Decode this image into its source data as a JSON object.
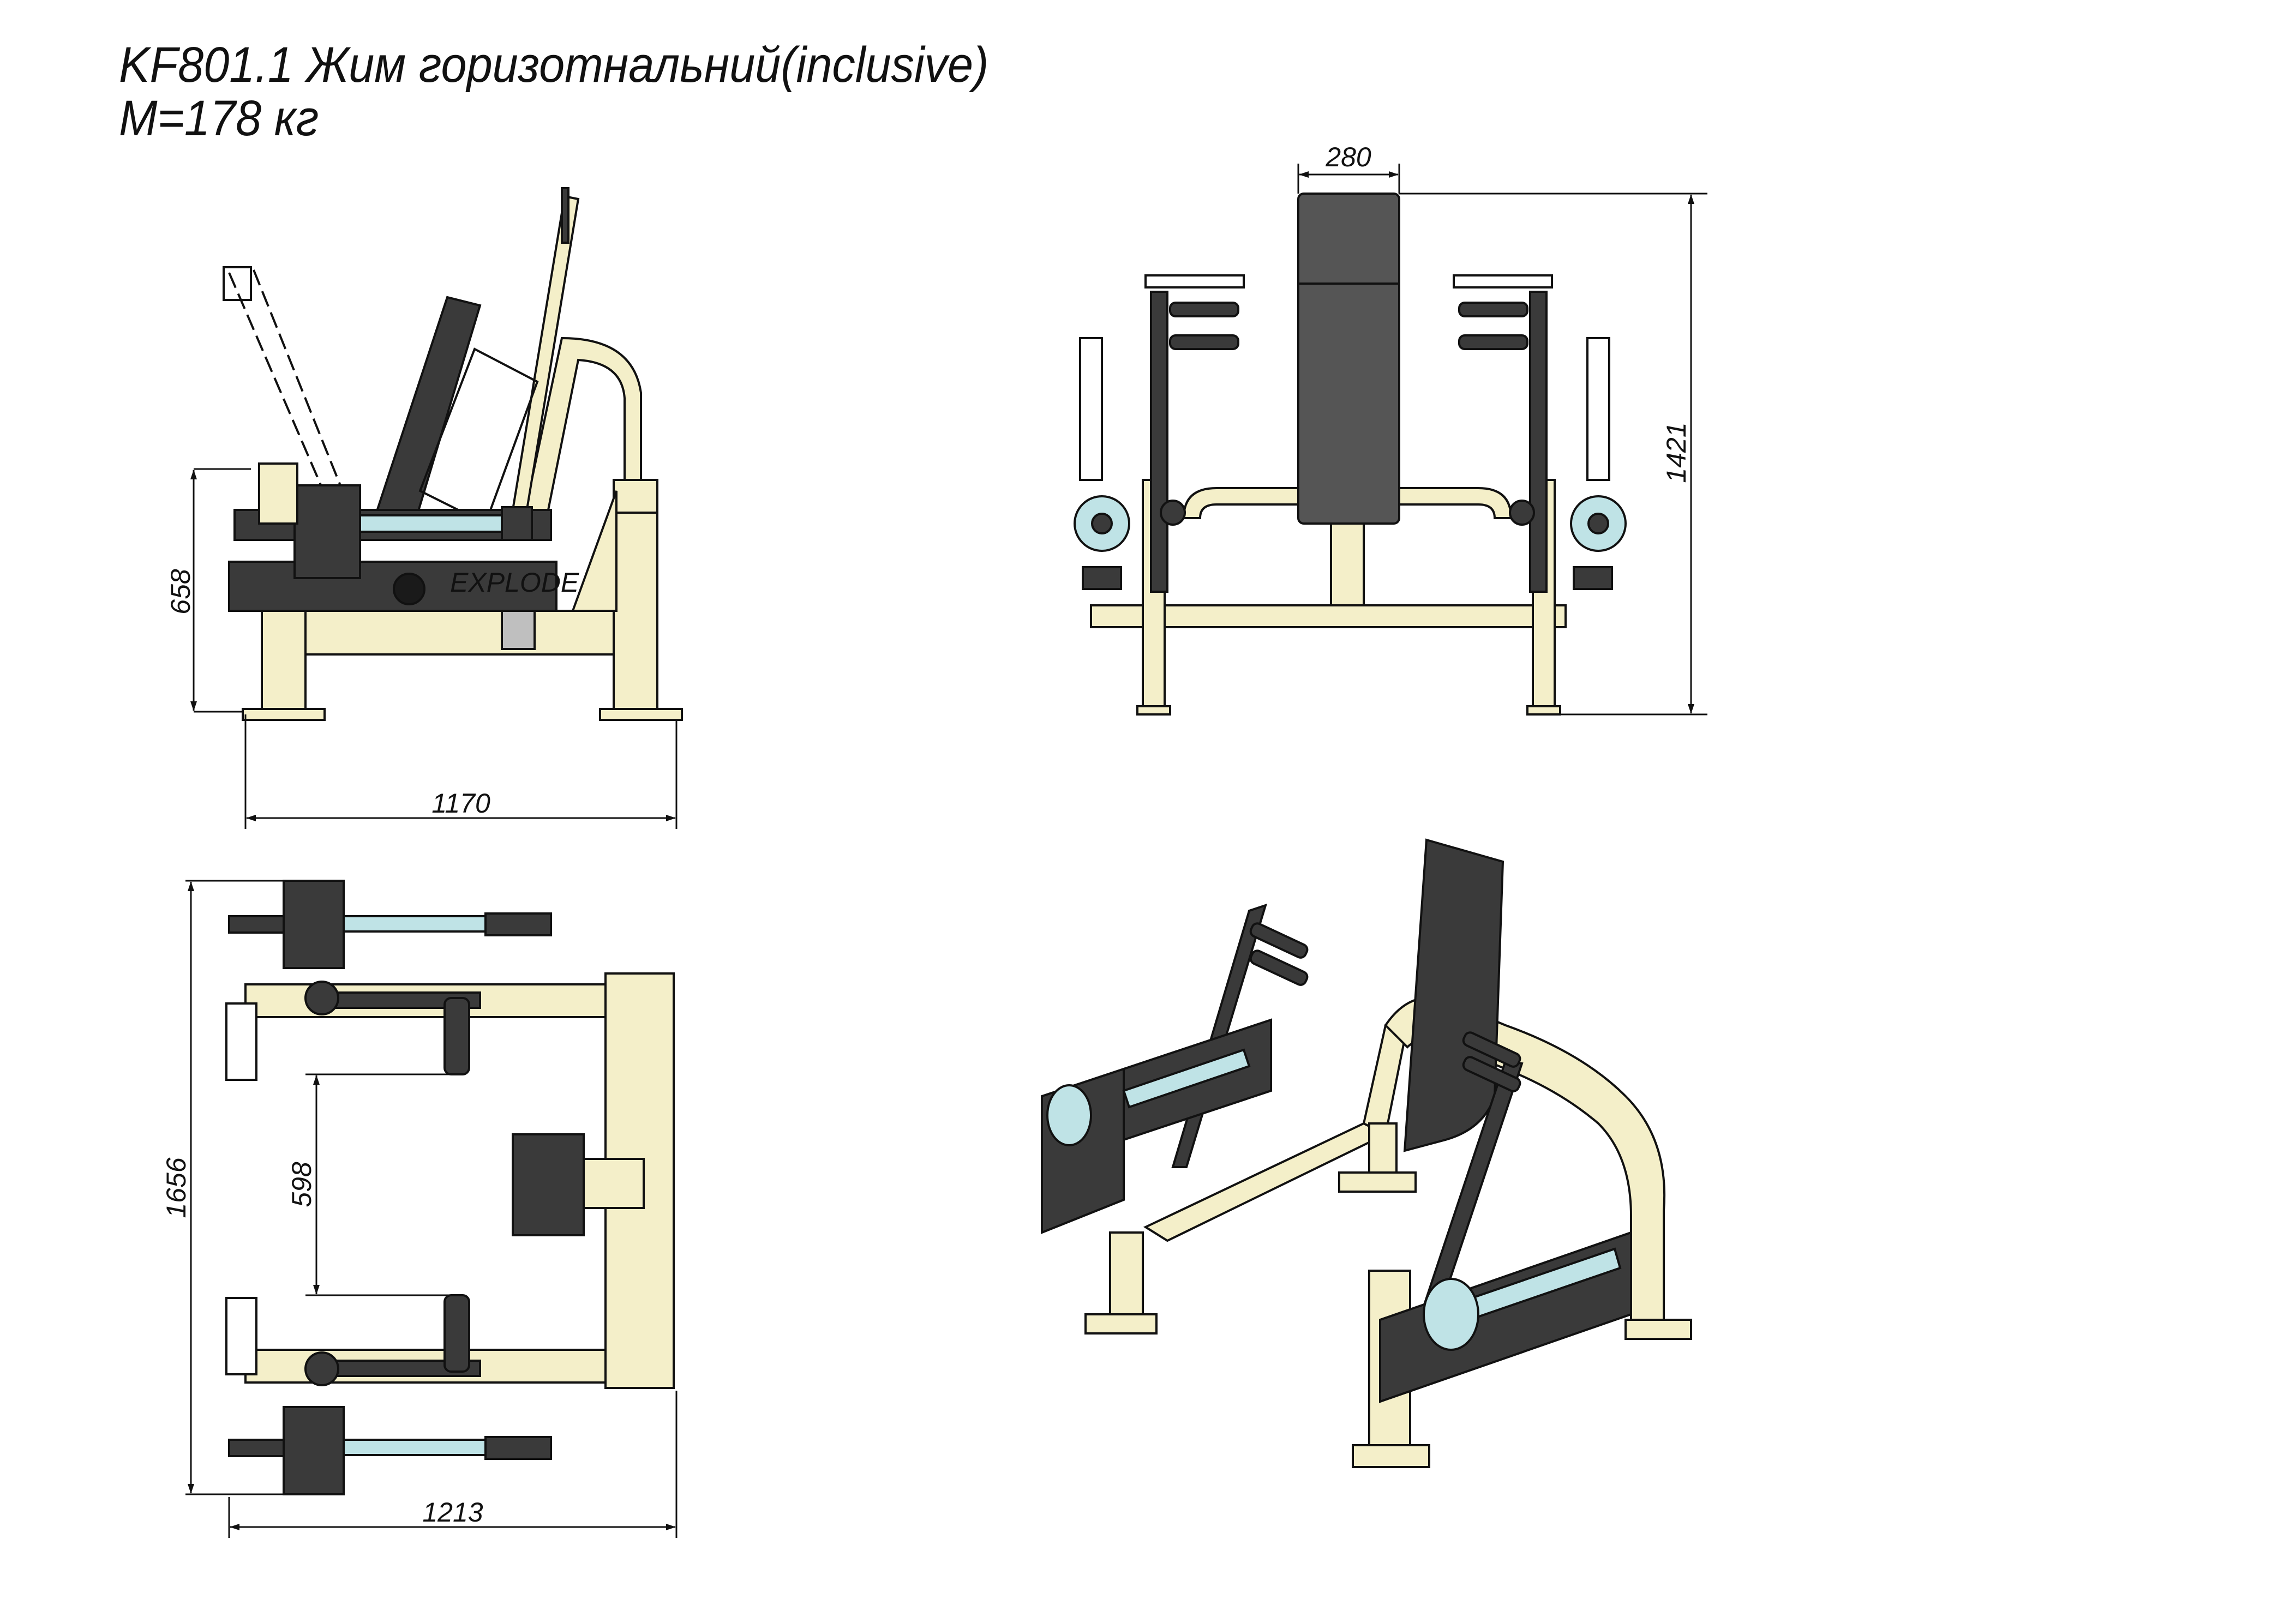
{
  "title": {
    "line1": "KF801.1 Жим горизотнальний(inclusive)",
    "line2": "M=178 кг"
  },
  "dimensions": {
    "side_height": "658",
    "side_length": "1170",
    "front_width": "280",
    "front_height": "1421",
    "top_width": "1656",
    "top_inner": "598",
    "top_length": "1213"
  },
  "brand_text": "EXPLODE",
  "colors": {
    "frame": "#f4efc9",
    "dark": "#3a3a3a",
    "seat": "#555555",
    "axle": "#bfe3e6",
    "line": "#111111"
  }
}
